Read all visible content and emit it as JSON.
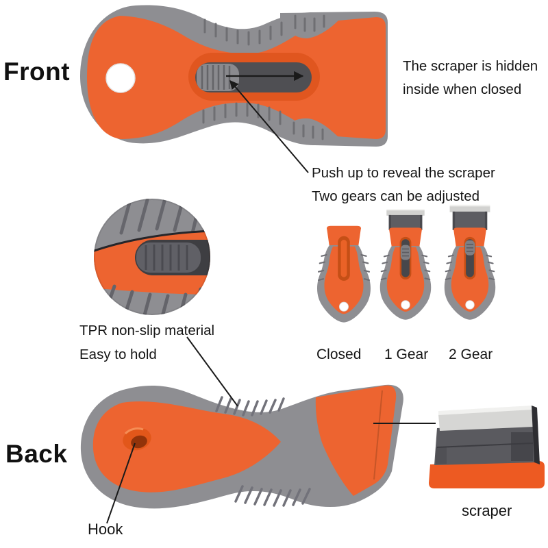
{
  "figure": {
    "front_label": "Front",
    "back_label": "Back",
    "annotations": {
      "hidden_line1": "The scraper is hidden",
      "hidden_line2": "inside when closed",
      "push_up": "Push up to reveal the scraper",
      "two_gears": "Two gears can be adjusted",
      "tpr_line1": "TPR non-slip material",
      "tpr_line2": "Easy to hold",
      "hook": "Hook",
      "scraper": "scraper"
    },
    "gear_labels": [
      "Closed",
      "1 Gear",
      "2 Gear"
    ],
    "colors": {
      "orange": "#ED6430",
      "orange_deep": "#E0561F",
      "gray_shell": "#8E8E92",
      "gray_dark": "#5A5A5F",
      "slot_dark": "#4F4F53",
      "blade_silver": "#D6D6D4",
      "text": "#1A1A1A",
      "background": "#FFFFFF"
    }
  }
}
